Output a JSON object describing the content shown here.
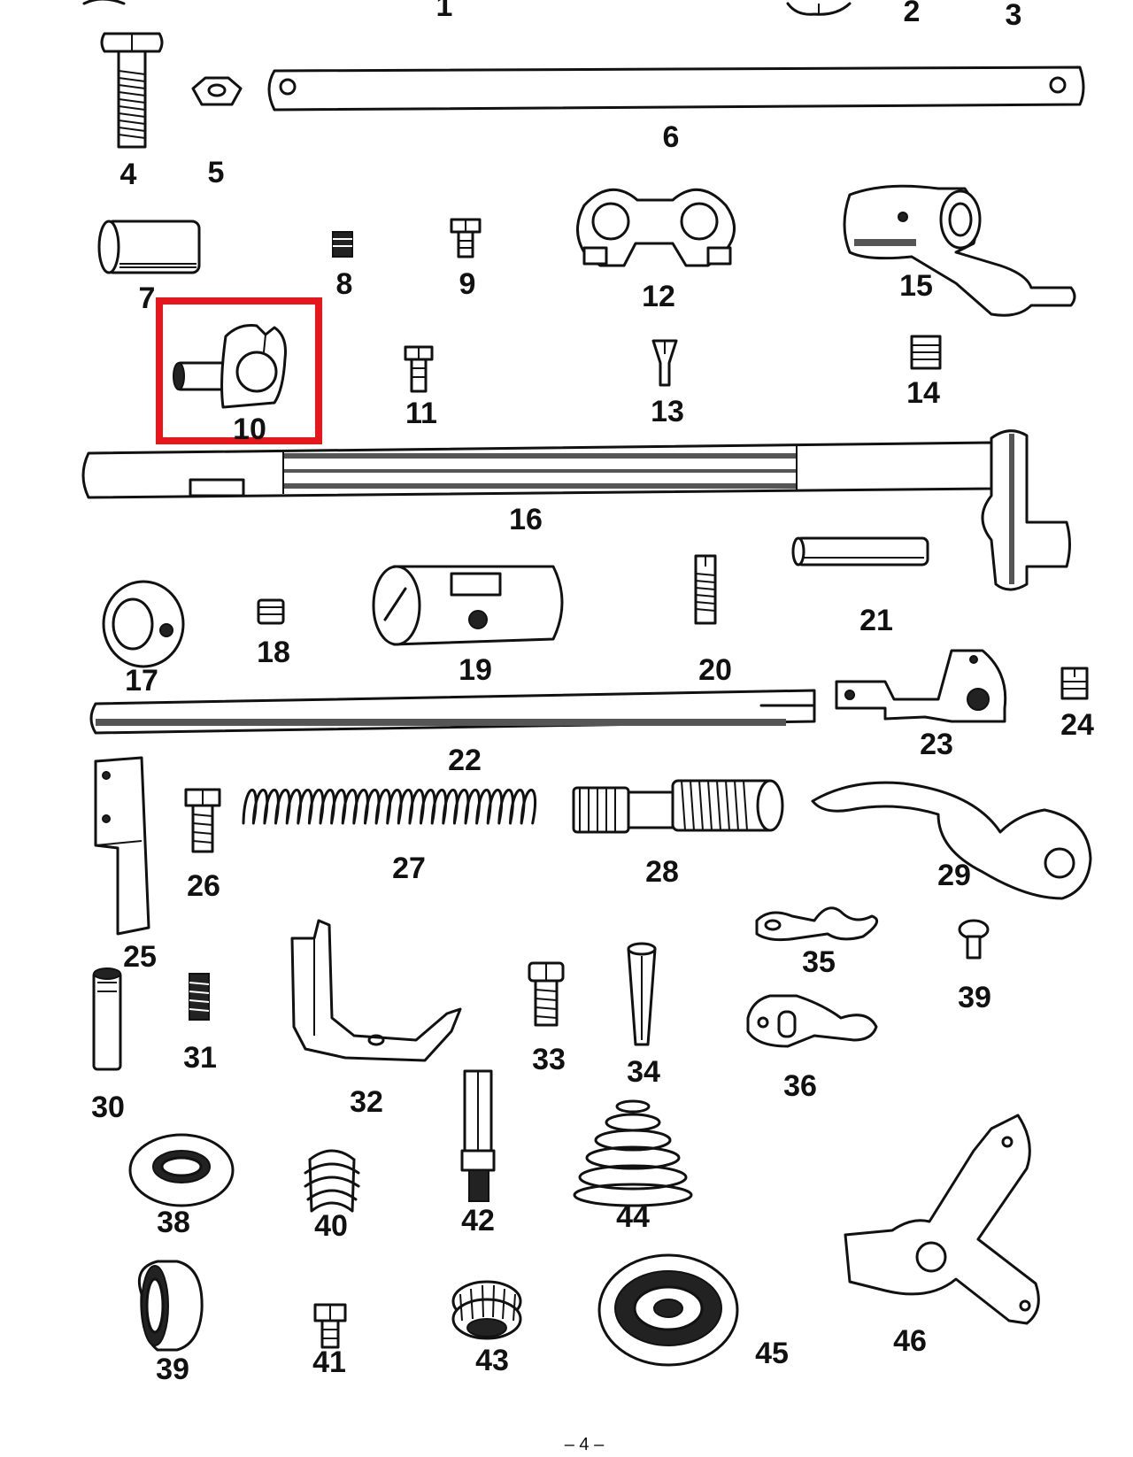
{
  "highlight": {
    "color": "#e8161b",
    "target": "10"
  },
  "labels": [
    "1",
    "2",
    "3",
    "4",
    "5",
    "6",
    "7",
    "8",
    "9",
    "10",
    "11",
    "12",
    "13",
    "14",
    "15",
    "16",
    "17",
    "18",
    "19",
    "20",
    "21",
    "22",
    "23",
    "24",
    "25",
    "26",
    "27",
    "28",
    "29",
    "30",
    "31",
    "32",
    "33",
    "34",
    "35",
    "36",
    "38",
    "39",
    "40",
    "41",
    "42",
    "43",
    "44",
    "45",
    "46"
  ],
  "label_39_repeat": "39",
  "page_number": "– 4 –"
}
